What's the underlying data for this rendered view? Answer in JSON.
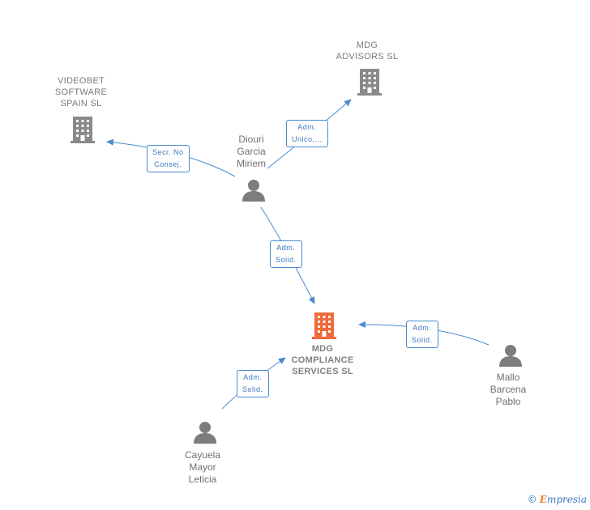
{
  "colors": {
    "company": "#8a8a8a",
    "main_company": "#f26a3a",
    "person": "#7d7d7d",
    "edge": "#4a8ad0",
    "edge_text": "#3a78c0"
  },
  "nodes": {
    "videobet": {
      "label": "VIDEOBET\nSOFTWARE\nSPAIN  SL",
      "icon": "building-icon"
    },
    "mdg_advisors": {
      "label": "MDG\nADVISORS  SL",
      "icon": "building-icon"
    },
    "mdg_compliance": {
      "label": "MDG\nCOMPLIANCE\nSERVICES  SL",
      "icon": "building-icon"
    },
    "diouri": {
      "label": "Diouri\nGarcia\nMiriem",
      "icon": "person-icon"
    },
    "mallo": {
      "label": "Mallo\nBarcena\nPablo",
      "icon": "person-icon"
    },
    "cayuela": {
      "label": "Cayuela\nMayor\nLeticia",
      "icon": "person-icon"
    }
  },
  "edges": {
    "diouri_videobet": "Secr.  No\nConsej.",
    "diouri_advisors": "Adm.\nUnico,...",
    "diouri_compliance": "Adm.\nSolid.",
    "mallo_compliance": "Adm.\nSolid.",
    "cayuela_compliance": "Adm.\nSolid."
  },
  "brand": {
    "copyright": "©",
    "first_letter": "E",
    "name": "mpresia"
  }
}
